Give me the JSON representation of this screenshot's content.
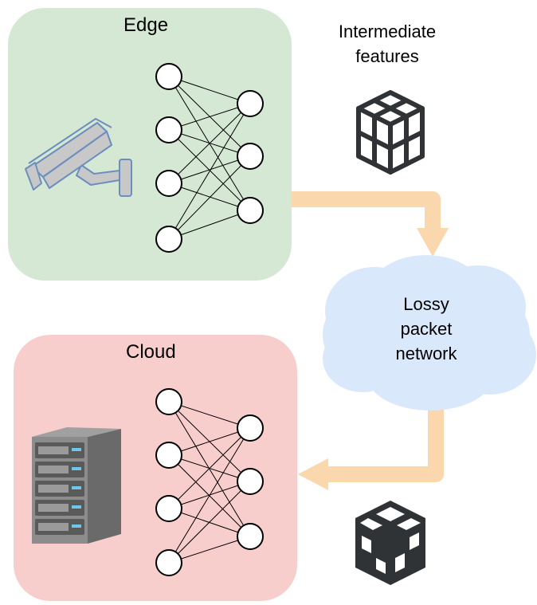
{
  "edge": {
    "title": "Edge"
  },
  "cloud": {
    "title": "Cloud"
  },
  "features": {
    "line1": "Intermediate",
    "line2": "features"
  },
  "network": {
    "line1": "Lossy",
    "line2": "packet",
    "line3": "network"
  },
  "icons": {
    "edge_device": "security-camera-icon",
    "cloud_device": "server-rack-icon",
    "features_intact": "cube-grid-icon",
    "features_lossy": "cube-grid-lossy-icon"
  },
  "colors": {
    "edge_panel": "#d5e8d4",
    "cloud_panel": "#f8cecc",
    "network_cloud": "#dae8fc",
    "arrow": "#fad7ac",
    "camera": "#6c8ebf",
    "cube": "#2f3336"
  }
}
